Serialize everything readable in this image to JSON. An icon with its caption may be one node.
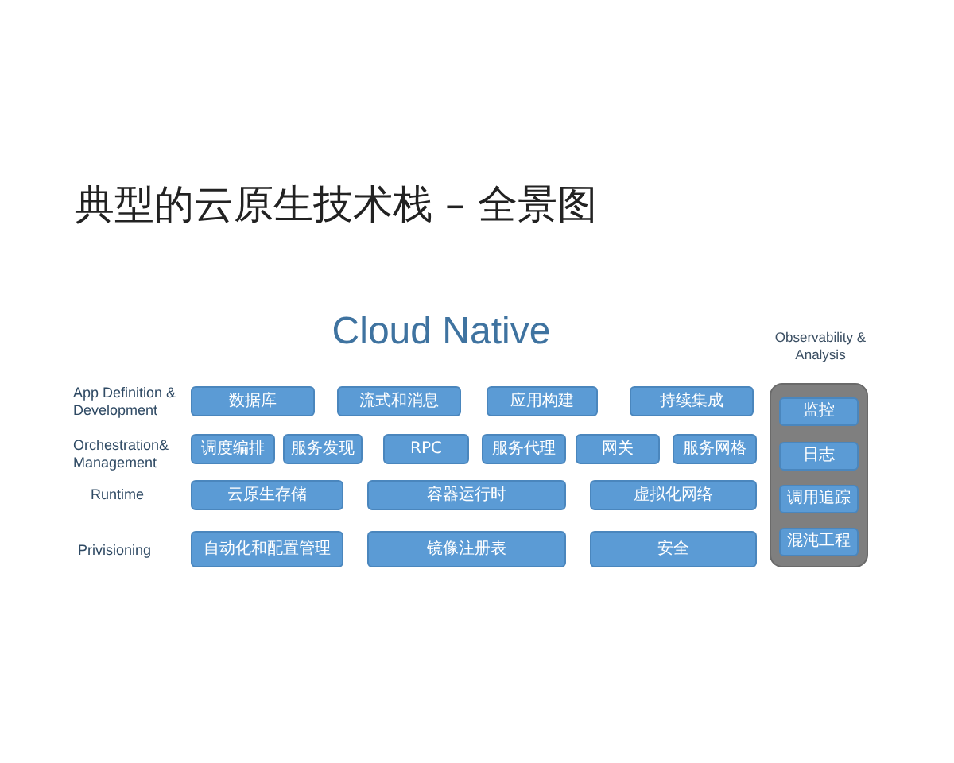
{
  "diagram": {
    "title": "典型的云原生技术栈 – 全景图",
    "nodes": [
      {
        "text": [
          "数据库"
        ]
      },
      {
        "text": [
          "流式和消息"
        ]
      },
      {
        "text": [
          "应用构建"
        ]
      },
      {
        "text": [
          "持续集成"
        ]
      },
      {
        "text": [
          "调度编排"
        ]
      },
      {
        "text": [
          "服务发现"
        ]
      },
      {
        "text": [
          "RPC"
        ]
      },
      {
        "text": [
          "服务代理"
        ]
      },
      {
        "text": [
          "网关"
        ]
      },
      {
        "text": [
          "服务网格"
        ]
      },
      {
        "text": [
          "云原生存储"
        ]
      },
      {
        "text": [
          "容器运行时"
        ]
      },
      {
        "text": [
          "虚拟化网络"
        ]
      },
      {
        "text": [
          "自动化和配置管理"
        ]
      },
      {
        "text": [
          "镜像注册表"
        ]
      },
      {
        "text": [
          "安全"
        ]
      },
      {
        "text": [
          "Observability & Analysis"
        ]
      },
      {
        "text": [
          "监控"
        ],
        "in": 16
      },
      {
        "text": [
          "日志"
        ],
        "in": 16
      },
      {
        "text": [
          "调用追踪"
        ],
        "in": 16
      },
      {
        "text": [
          "混沌工程"
        ],
        "in": 16
      }
    ],
    "labels": [
      "Cloud Native",
      "App Definition & Development",
      "Orchestration& Management",
      "Runtime",
      "Privisioning"
    ]
  }
}
